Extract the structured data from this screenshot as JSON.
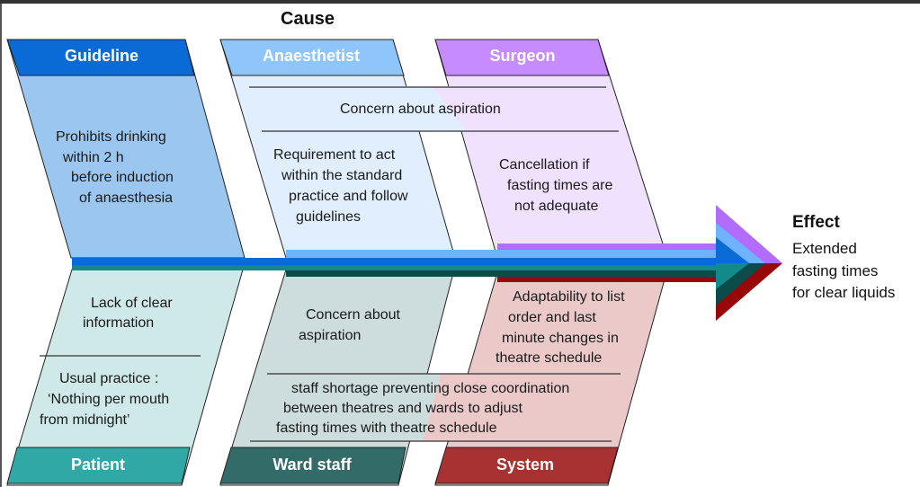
{
  "title": "Cause",
  "effect": {
    "title": "Effect",
    "lines": [
      "Extended",
      "fasting times",
      "for clear liquids"
    ]
  },
  "colors": {
    "guideline": "#0a6bd6",
    "anaesthetist": "#8ec5fb",
    "surgeon": "#c58bff",
    "patient": "#30a8a6",
    "ward_staff": "#336b69",
    "system": "#a83232"
  },
  "categories": {
    "guideline": {
      "label": "Guideline",
      "items": [
        [
          "Prohibits drinking",
          "within 2 h",
          "before induction",
          "of anaesthesia"
        ]
      ]
    },
    "anaesthetist": {
      "label": "Anaesthetist",
      "items": [
        [
          "Requirement to act",
          "within the standard",
          "practice and follow",
          "guidelines"
        ]
      ]
    },
    "surgeon": {
      "label": "Surgeon",
      "items": [
        [
          "Cancellation if",
          "fasting times are",
          "not adequate"
        ]
      ]
    },
    "patient": {
      "label": "Patient",
      "items": [
        [
          "Lack of clear",
          "information"
        ],
        [
          "Usual practice :",
          "‘Nothing per mouth",
          "from midnight’"
        ]
      ]
    },
    "ward_staff": {
      "label": "Ward staff",
      "items": [
        [
          "Concern about",
          "aspiration"
        ]
      ]
    },
    "system": {
      "label": "System",
      "items": [
        [
          "Adaptability to list",
          "order and last",
          "minute changes in",
          "theatre schedule"
        ]
      ]
    }
  },
  "shared": {
    "top": "Concern about aspiration",
    "bottom": [
      "staff shortage preventing close coordination",
      "between theatres and wards to adjust",
      "fasting times with theatre schedule"
    ]
  }
}
